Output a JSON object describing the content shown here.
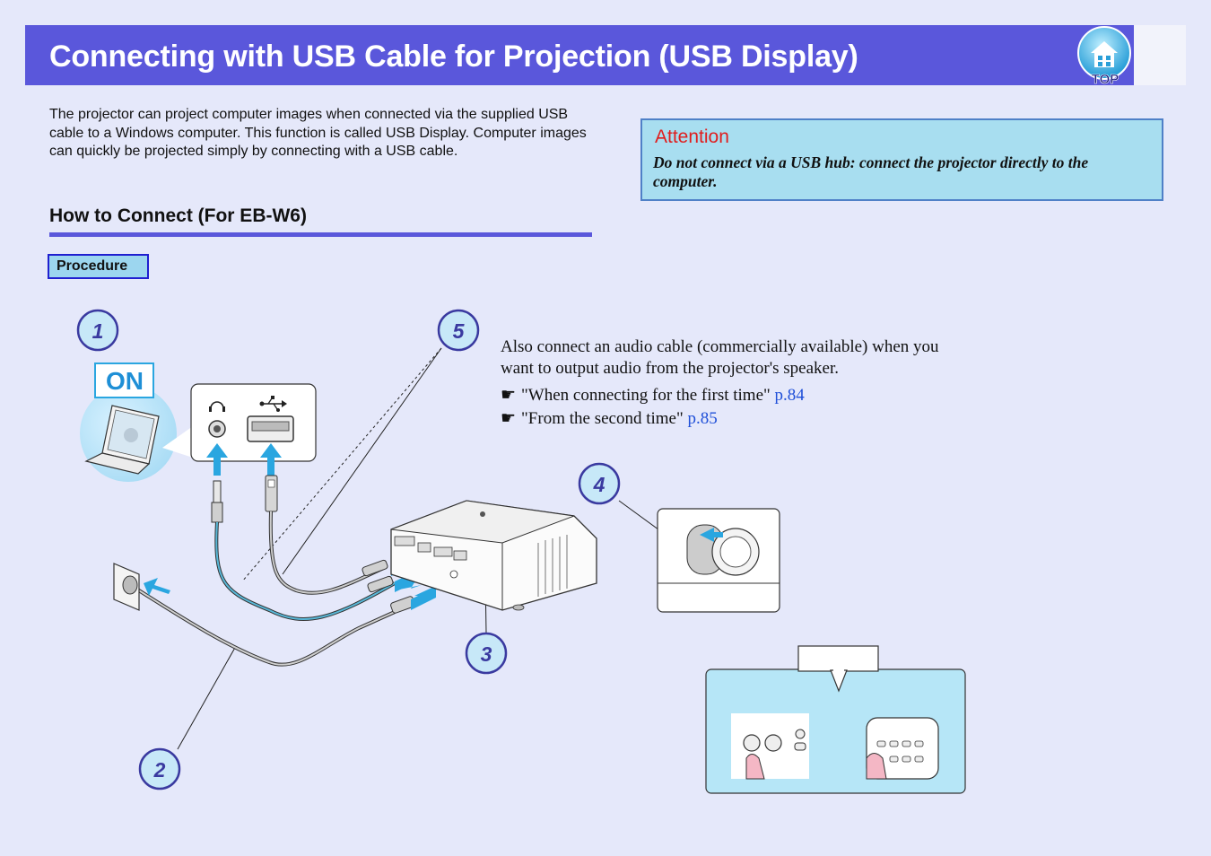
{
  "header": {
    "title": "Connecting with USB Cable for Projection (USB Display)",
    "top_button_label": "TOP"
  },
  "intro": "The projector can project computer images when connected via the supplied USB cable to a Windows computer. This function is called USB Display. Computer images can quickly be projected simply by connecting with a USB cable.",
  "section": {
    "heading": "How to Connect (For EB-W6)",
    "procedure_label": "Procedure"
  },
  "attention": {
    "title": "Attention",
    "text": "Do not connect via a USB hub: connect the projector directly to the computer."
  },
  "note": {
    "text": "Also connect an audio cable (commercially available) when you want to output audio from the projector's speaker.",
    "refs": [
      {
        "label": "\"When connecting for the first time\" ",
        "page": "p.84"
      },
      {
        "label": "\"From the second time\" ",
        "page": "p.85"
      }
    ]
  },
  "illustration": {
    "on_label": "ON",
    "steps": [
      "1",
      "2",
      "3",
      "4",
      "5"
    ]
  },
  "icons": {
    "pointer": "pointing-hand-icon",
    "usb": "usb-icon",
    "headphone": "headphone-icon"
  },
  "colors": {
    "header": "#5a57db",
    "accent_blue": "#2aa6e0",
    "attention_title": "#e01d1d",
    "step_circle": "#3a3aa0"
  }
}
